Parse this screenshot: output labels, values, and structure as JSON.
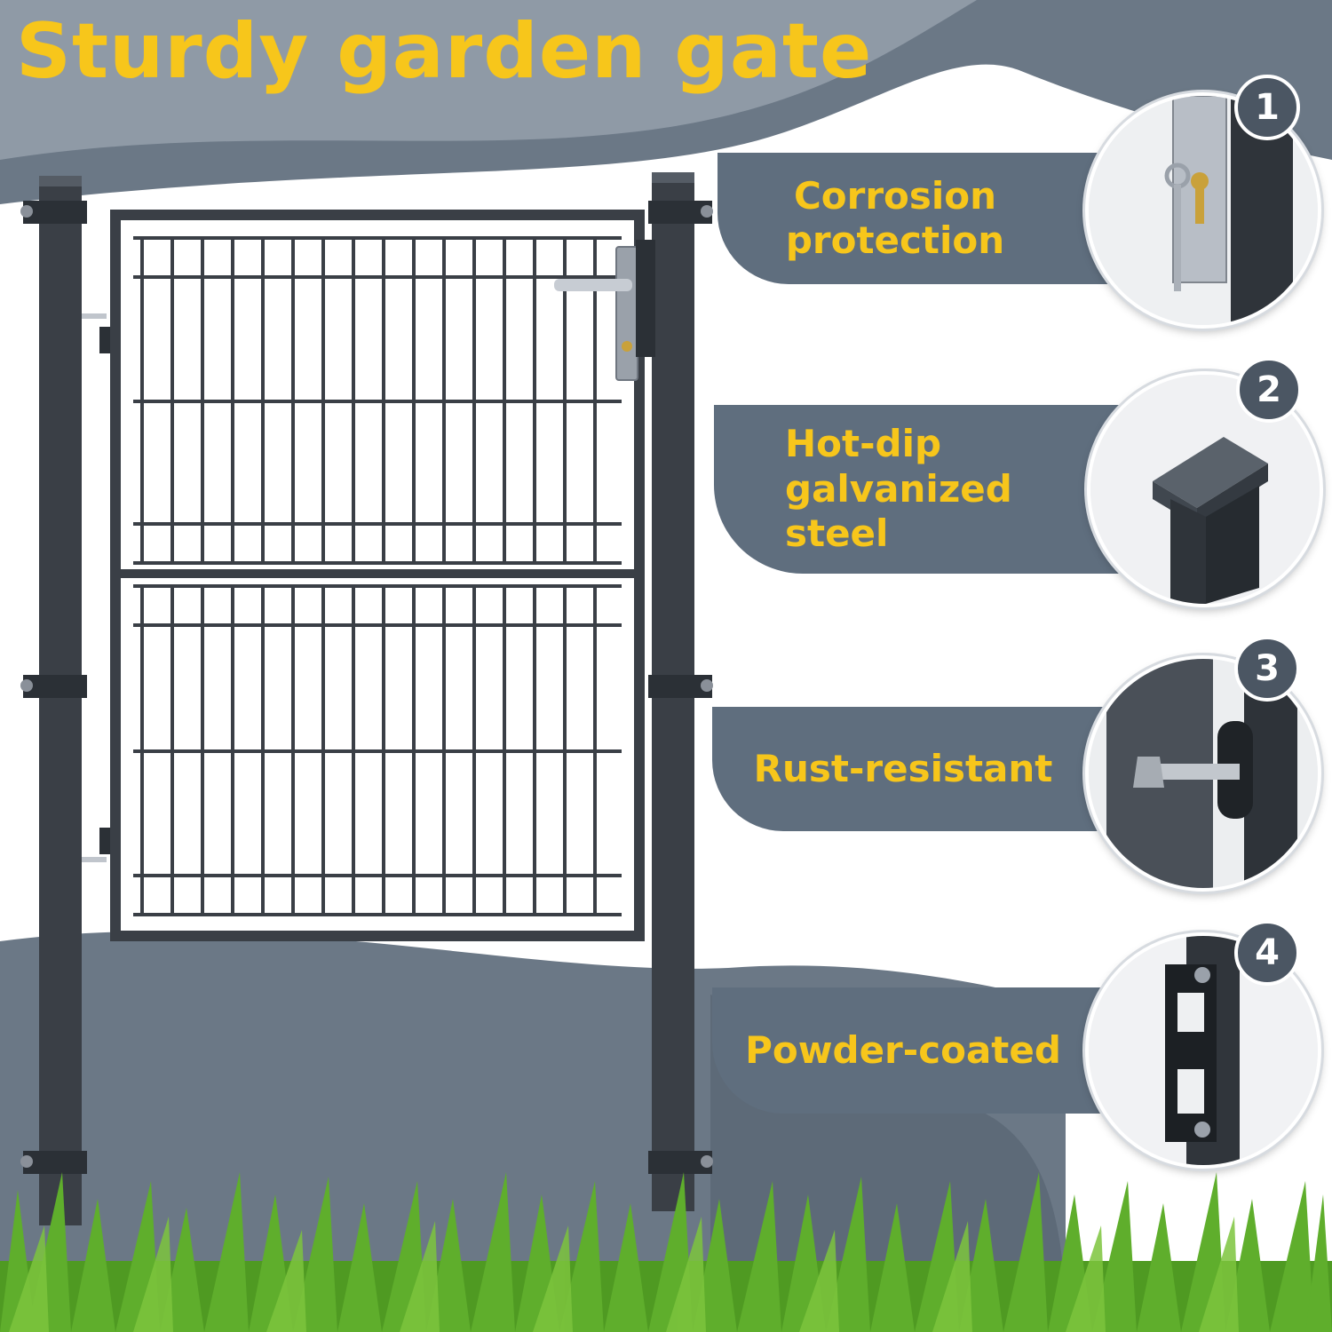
{
  "title": "Sturdy garden gate",
  "colors": {
    "accent_yellow": "#f7c61b",
    "banner_gray": "#5f6e7e",
    "badge_gray": "#4b5663",
    "gate_dark": "#3a3f46",
    "grass_green": "#5fae2c"
  },
  "features": [
    {
      "number": "1",
      "label": "Corrosion protection",
      "icon": "lock-with-keys"
    },
    {
      "number": "2",
      "label": "Hot-dip galvanized steel",
      "icon": "post-cap"
    },
    {
      "number": "3",
      "label": "Rust-resistant",
      "icon": "gate-hinge"
    },
    {
      "number": "4",
      "label": "Powder-coated",
      "icon": "mounting-bracket"
    }
  ]
}
